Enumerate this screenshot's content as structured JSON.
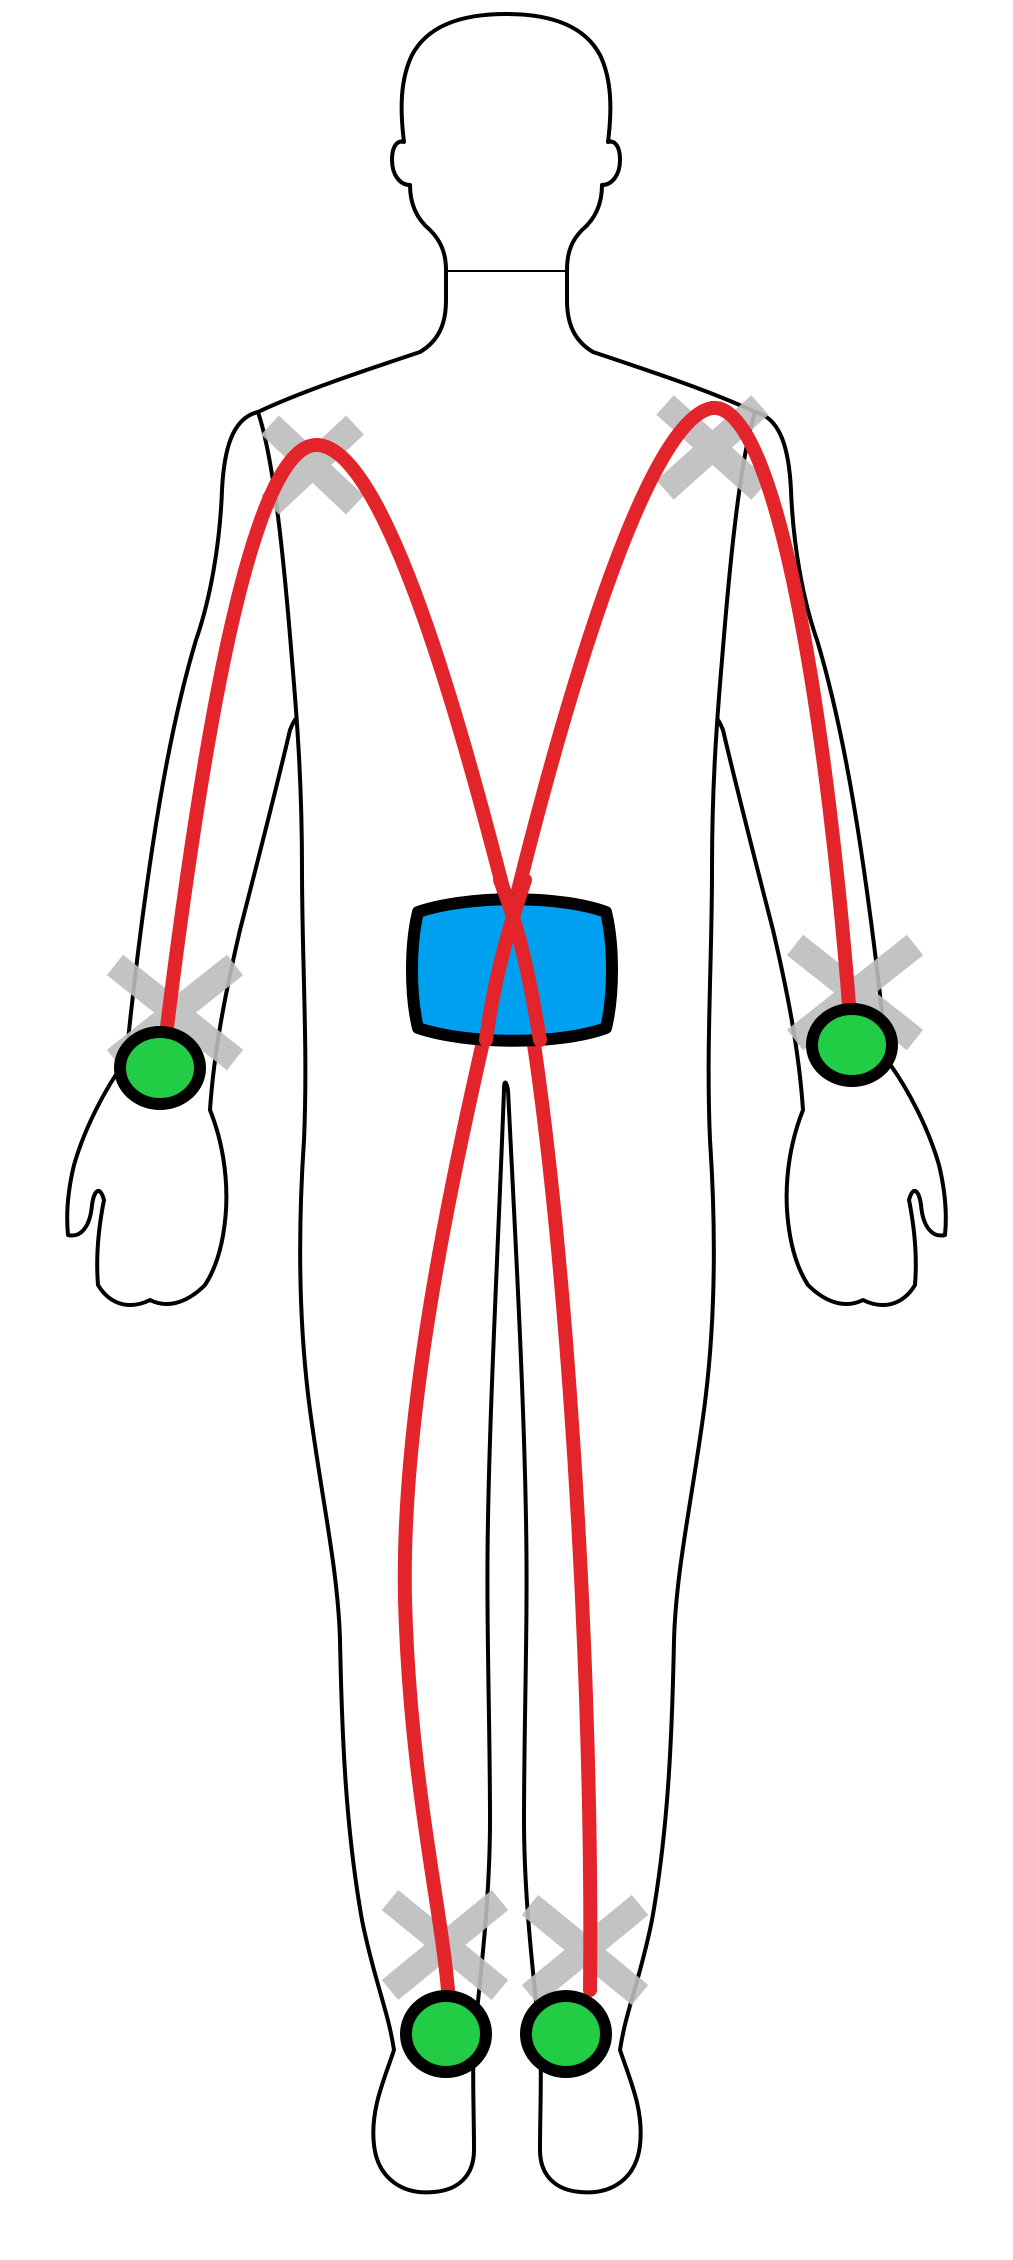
{
  "figure": {
    "background_color": "#ffffff",
    "body_outline": {
      "view": "posterior",
      "stroke_color": "#000000",
      "fill_color": "#ffffff"
    },
    "x_marker_color": "#bdbdbd",
    "cable_color": "#e3242b",
    "sensor_node_color": "#22cc44",
    "sensor_node_border_color": "#000000",
    "hub_color": "#00a0f0",
    "hub_border_color": "#000000"
  },
  "markers": [
    {
      "id": "left-shoulder",
      "icon": "x-mark-icon"
    },
    {
      "id": "right-shoulder",
      "icon": "x-mark-icon"
    },
    {
      "id": "left-wrist",
      "icon": "x-mark-icon"
    },
    {
      "id": "right-wrist",
      "icon": "x-mark-icon"
    },
    {
      "id": "left-ankle",
      "icon": "x-mark-icon"
    },
    {
      "id": "right-ankle",
      "icon": "x-mark-icon"
    }
  ],
  "sensors": [
    {
      "id": "left-wrist",
      "icon": "sensor-dot-icon"
    },
    {
      "id": "right-wrist",
      "icon": "sensor-dot-icon"
    },
    {
      "id": "left-ankle",
      "icon": "sensor-dot-icon"
    },
    {
      "id": "right-ankle",
      "icon": "sensor-dot-icon"
    }
  ]
}
